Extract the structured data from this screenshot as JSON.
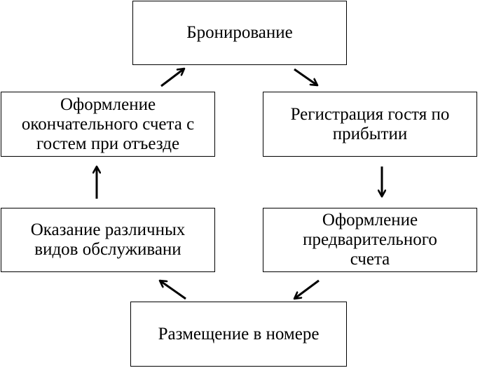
{
  "diagram": {
    "nodes": [
      {
        "id": "booking",
        "lines": [
          "Бронирование"
        ]
      },
      {
        "id": "registration",
        "lines": [
          "Регистрация гостя по",
          "прибытии"
        ]
      },
      {
        "id": "prepayment",
        "lines": [
          "Оформление",
          "предварительного",
          "счета"
        ]
      },
      {
        "id": "placement",
        "lines": [
          "Размещение в номере"
        ]
      },
      {
        "id": "services",
        "lines": [
          "Оказание различных",
          "видов обслуживани"
        ]
      },
      {
        "id": "checkout",
        "lines": [
          "Оформление",
          "окончательного счета с",
          "гостем при отъезде"
        ]
      }
    ],
    "edges": [
      {
        "from": "booking",
        "to": "registration"
      },
      {
        "from": "registration",
        "to": "prepayment"
      },
      {
        "from": "prepayment",
        "to": "placement"
      },
      {
        "from": "placement",
        "to": "services"
      },
      {
        "from": "services",
        "to": "checkout"
      },
      {
        "from": "checkout",
        "to": "booking"
      }
    ]
  }
}
